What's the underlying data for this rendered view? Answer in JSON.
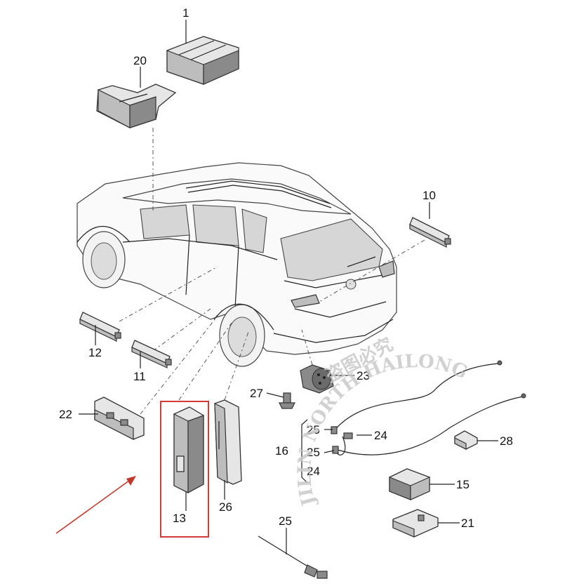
{
  "labels": {
    "p1": "1",
    "p20": "20",
    "p10": "10",
    "p12": "12",
    "p11": "11",
    "p22": "22",
    "p13": "13",
    "p26": "26",
    "p23": "23",
    "p27": "27",
    "p16": "16",
    "p25a": "25",
    "p24a": "24",
    "p25b": "25",
    "p24b": "24",
    "p28": "28",
    "p15": "15",
    "p21": "21",
    "p25c": "25"
  },
  "watermark": {
    "latin": "JILIN NORTH HAILONG",
    "cjk": "盗图必究"
  },
  "colors": {
    "highlight_box": "#d43a3a",
    "arrow": "#c0392b",
    "watermark": "#c9c9c9"
  }
}
